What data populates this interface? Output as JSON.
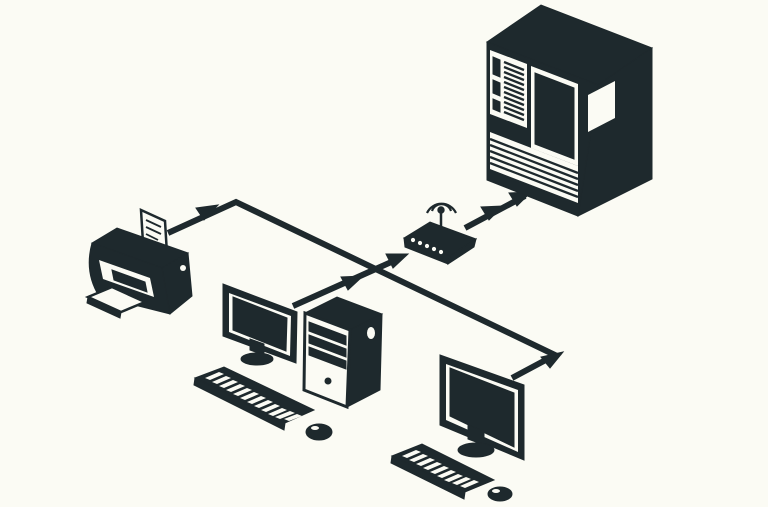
{
  "diagram": {
    "kind": "network-topology",
    "background_color": "#fbfbf4",
    "ink_color": "#1e292d",
    "nodes": [
      {
        "id": "server",
        "icon": "server-tower-icon"
      },
      {
        "id": "router",
        "icon": "wireless-router-icon"
      },
      {
        "id": "printer",
        "icon": "printer-icon"
      },
      {
        "id": "workstation-1",
        "icon": "desktop-computer-icon"
      },
      {
        "id": "workstation-2",
        "icon": "monitor-icon"
      }
    ],
    "connections": [
      {
        "from": "router",
        "to": "server"
      },
      {
        "from": "workstation-1",
        "to": "router"
      },
      {
        "from": "printer",
        "to": "workstation-2"
      }
    ]
  }
}
